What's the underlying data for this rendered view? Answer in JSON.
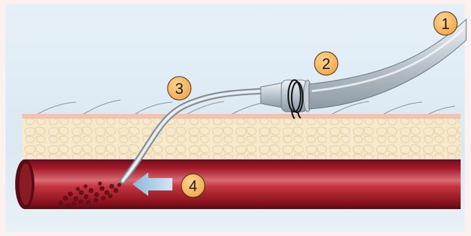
{
  "diagram": {
    "labels": [
      {
        "id": "1",
        "text": "1"
      },
      {
        "id": "2",
        "text": "2"
      },
      {
        "id": "3",
        "text": "3"
      },
      {
        "id": "4",
        "text": "4"
      }
    ]
  },
  "colors": {
    "background_sky": "#d9e8f2",
    "fat_layer": "#f4e6c8",
    "skin_top": "#f3c7b4",
    "vessel": "#9b1a26",
    "vessel_highlight": "#e07a7f",
    "label_circle": "#f5b55a",
    "arrow": "#8fb9dc",
    "clot": "#7a1520",
    "tube": "#d6dde3"
  }
}
